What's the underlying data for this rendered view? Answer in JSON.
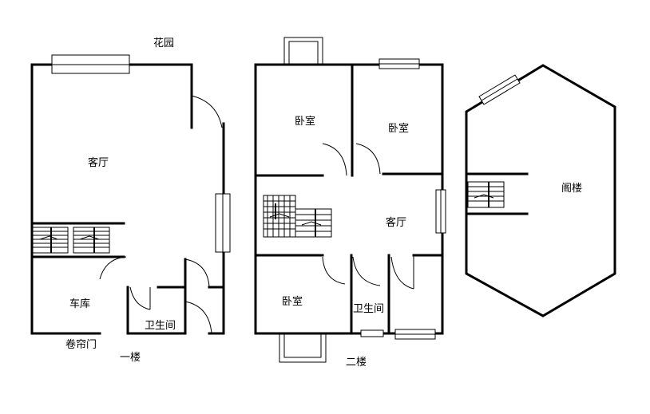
{
  "floor1": {
    "garden": "花园",
    "living_room": "客厅",
    "garage": "车库",
    "bathroom": "卫生间",
    "roller_door": "卷帘门",
    "floor_label": "一楼"
  },
  "floor2": {
    "bedroom_nw": "卧室",
    "bedroom_ne": "卧室",
    "living_room": "客厅",
    "bedroom_sw": "卧室",
    "bathroom": "卫生间",
    "floor_label": "二楼"
  },
  "attic": {
    "label": "阁楼"
  }
}
